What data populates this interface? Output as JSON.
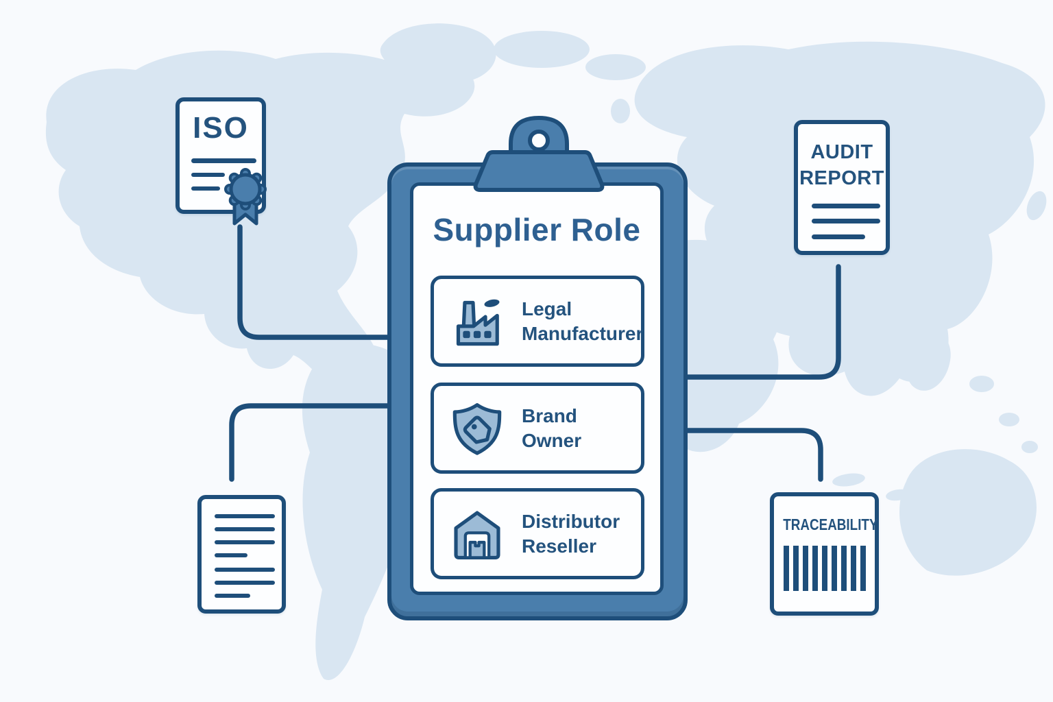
{
  "colors": {
    "outline": "#1E4E7A",
    "frame": "#4A7EAC",
    "icon_fill": "#9CBBD6",
    "map": "#D9E6F2",
    "background": "#F8FAFD",
    "paper": "#FDFEFF",
    "text": "#24537E",
    "title_text": "#2E6091"
  },
  "clipboard": {
    "title": "Supplier Role",
    "roles": [
      {
        "icon": "factory-icon",
        "label_line1": "Legal",
        "label_line2": "Manufacturer"
      },
      {
        "icon": "shield-tag-icon",
        "label_line1": "Brand",
        "label_line2": "Owner"
      },
      {
        "icon": "warehouse-icon",
        "label_line1": "Distributor",
        "label_line2": "Reseller"
      }
    ]
  },
  "documents": {
    "iso_certificate": {
      "title": "ISO"
    },
    "audit_report": {
      "title_line1": "AUDIT",
      "title_line2": "REPORT"
    },
    "traceability": {
      "title": "TRACEABILITY"
    }
  }
}
